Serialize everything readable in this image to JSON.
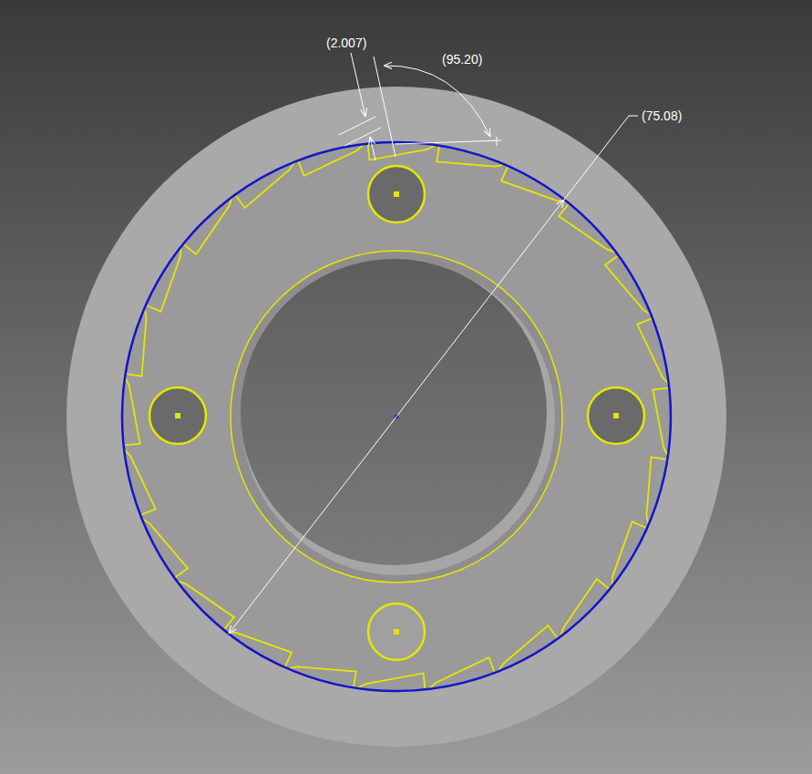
{
  "diagram": {
    "labels": [
      "(2.007)",
      "(95.20)",
      "(75.08)"
    ]
  }
}
